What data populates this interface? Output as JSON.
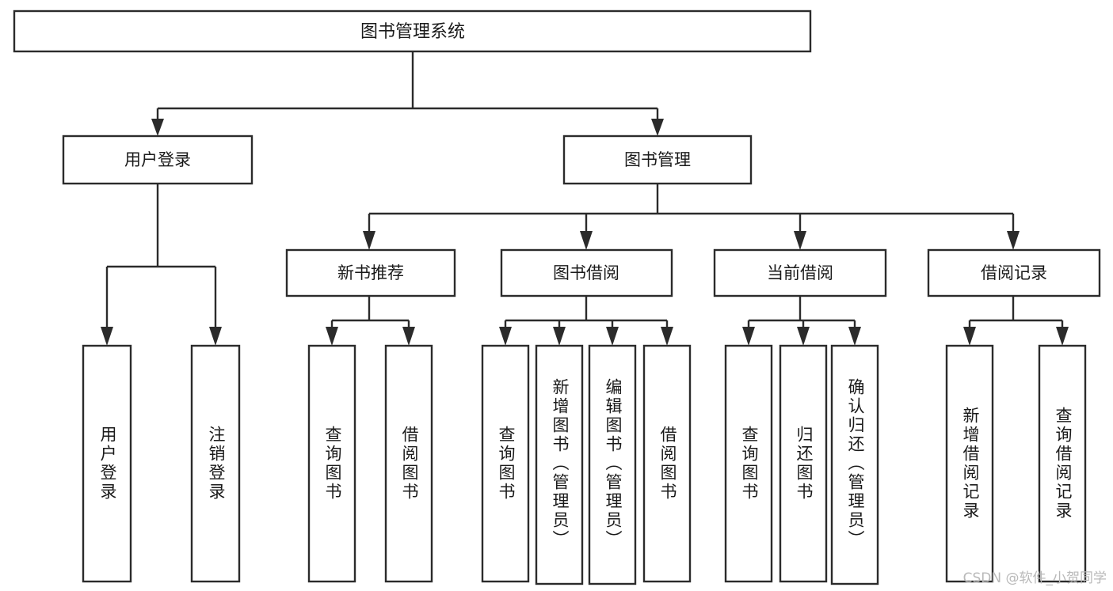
{
  "diagram": {
    "type": "tree-hierarchy",
    "title": "图书管理系统",
    "orientation": "top-down",
    "colors": {
      "node_fill": "#ffffff",
      "node_stroke": "#2b2b2b",
      "text": "#1a1a1a",
      "watermark": "#b9b9b9",
      "background": "#ffffff"
    },
    "root": {
      "label": "图书管理系统"
    },
    "level1": [
      {
        "label": "用户登录"
      },
      {
        "label": "图书管理"
      }
    ],
    "level2": [
      {
        "label": "新书推荐"
      },
      {
        "label": "图书借阅"
      },
      {
        "label": "当前借阅"
      },
      {
        "label": "借阅记录"
      }
    ],
    "leaves": {
      "用户登录": [
        {
          "label": "用户登录"
        },
        {
          "label": "注销登录"
        }
      ],
      "新书推荐": [
        {
          "label": "查询图书"
        },
        {
          "label": "借阅图书"
        }
      ],
      "图书借阅": [
        {
          "label": "查询图书"
        },
        {
          "label": "新增图书（管理员）"
        },
        {
          "label": "编辑图书（管理员）"
        },
        {
          "label": "借阅图书"
        }
      ],
      "当前借阅": [
        {
          "label": "查询图书"
        },
        {
          "label": "归还图书"
        },
        {
          "label": "确认归还（管理员）"
        }
      ],
      "借阅记录": [
        {
          "label": "新增借阅记录"
        },
        {
          "label": "查询借阅记录"
        }
      ]
    },
    "all_leaf_labels": [
      "用户登录",
      "注销登录",
      "查询图书",
      "借阅图书",
      "查询图书",
      "新增图书（管理员）",
      "编辑图书（管理员）",
      "借阅图书",
      "查询图书",
      "归还图书",
      "确认归还（管理员）",
      "新增借阅记录",
      "查询借阅记录"
    ]
  },
  "watermark": {
    "text": "CSDN @软件_小贺同学"
  }
}
